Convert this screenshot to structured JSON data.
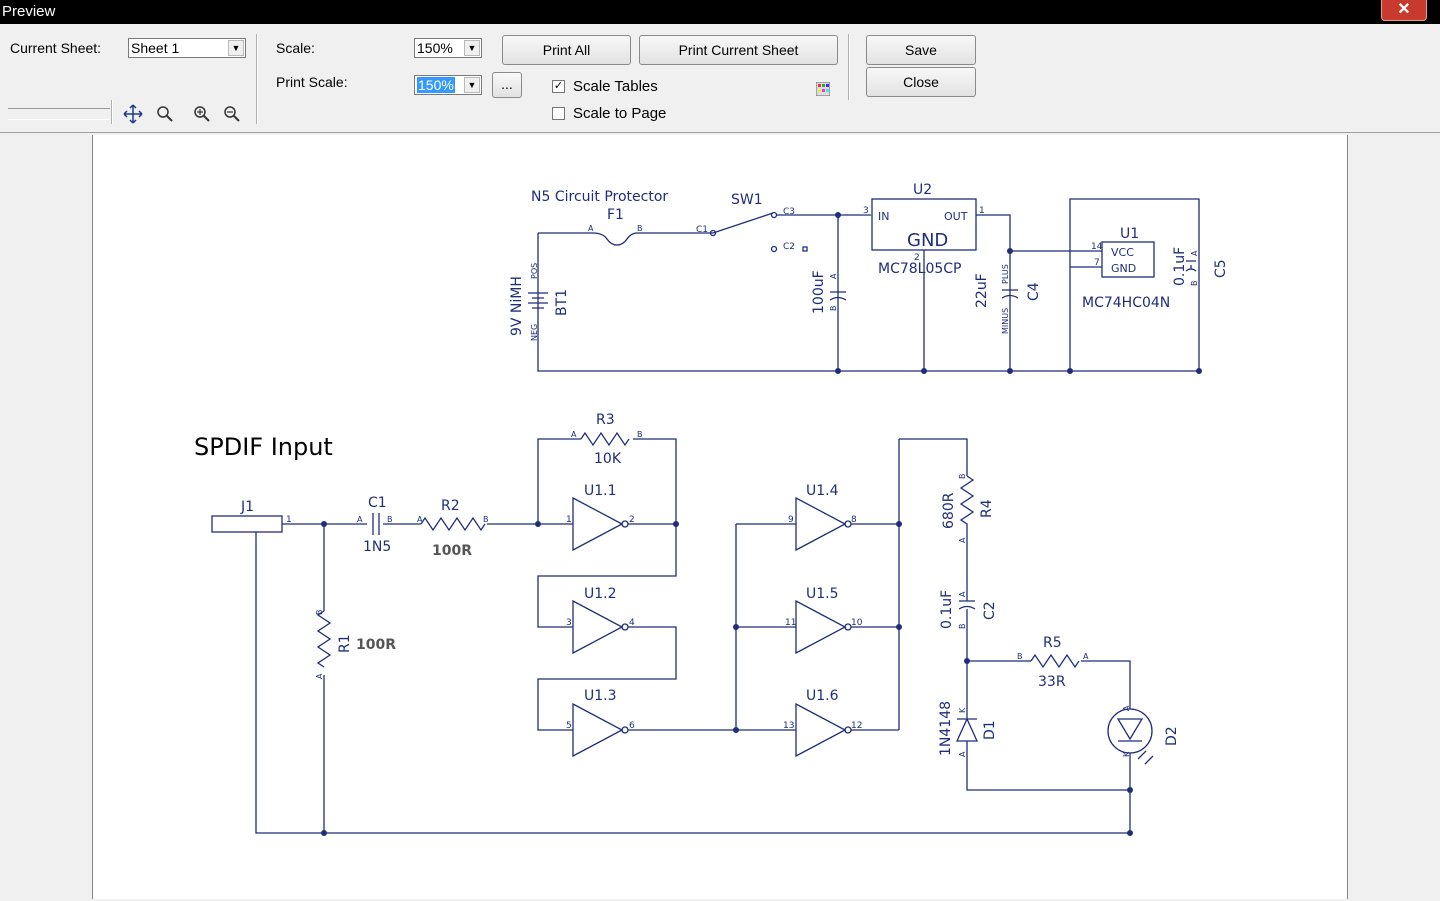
{
  "window": {
    "title": "Preview",
    "close_glyph": "✕"
  },
  "toolbar": {
    "current_sheet_label": "Current Sheet:",
    "current_sheet_value": "Sheet 1",
    "scale_label": "Scale:",
    "scale_value": "150%",
    "print_scale_label": "Print Scale:",
    "print_scale_value": "150%",
    "ellipsis": "...",
    "print_all": "Print All",
    "print_current": "Print Current Sheet",
    "save": "Save",
    "close": "Close",
    "scale_tables": "Scale Tables",
    "scale_tables_checked": true,
    "scale_to_page": "Scale to Page",
    "scale_to_page_checked": false
  },
  "schematic": {
    "title": "SPDIF Input",
    "colors": {
      "wire": "#1f2e7a",
      "text": "#1f2e7a",
      "gray_text": "#555555"
    },
    "power": {
      "n5": "N5 Circuit Protector",
      "f1": "F1",
      "sw1": "SW1",
      "c1pin": "C1",
      "c2pin": "C2",
      "c3pin": "C3",
      "u2": "U2",
      "u2_part": "MC78L05CP",
      "u2_gnd": "GND",
      "u2_in": "IN",
      "u2_out": "OUT",
      "u1": "U1",
      "u1_part": "MC74HC04N",
      "vcc": "VCC",
      "gnd": "GND",
      "bt1": "BT1",
      "bt1_val": "9V NiMH",
      "pos": "POS",
      "neg": "NEG",
      "cap100": "100uF",
      "cap22": "22uF",
      "c4": "C4",
      "c5": "C5",
      "cap01": "0.1uF",
      "plus": "PLUS",
      "minus": "MINUS",
      "pin3": "3",
      "pin1": "1",
      "pin2": "2",
      "pin14": "14",
      "pin7": "7",
      "pinA": "A",
      "pinB": "B"
    },
    "signal": {
      "j1": "J1",
      "c1": "C1",
      "c1_val": "1N5",
      "r2": "R2",
      "r2_val": "100R",
      "r1": "R1",
      "r1_val": "100R",
      "r3": "R3",
      "r3_val": "10K",
      "u11": "U1.1",
      "u12": "U1.2",
      "u13": "U1.3",
      "u14": "U1.4",
      "u15": "U1.5",
      "u16": "U1.6",
      "r4": "R4",
      "r4_val": "680R",
      "c2": "C2",
      "c2_val": "0.1uF",
      "r5": "R5",
      "r5_val": "33R",
      "d1": "D1",
      "d1_val": "1N4148",
      "d2": "D2",
      "p1": "1",
      "p2": "2",
      "p3": "3",
      "p4": "4",
      "p5": "5",
      "p6": "6",
      "p8": "8",
      "p9": "9",
      "p10": "10",
      "p11": "11",
      "p12": "12",
      "p13": "13",
      "pa": "A",
      "pb": "B",
      "pk": "K"
    }
  }
}
